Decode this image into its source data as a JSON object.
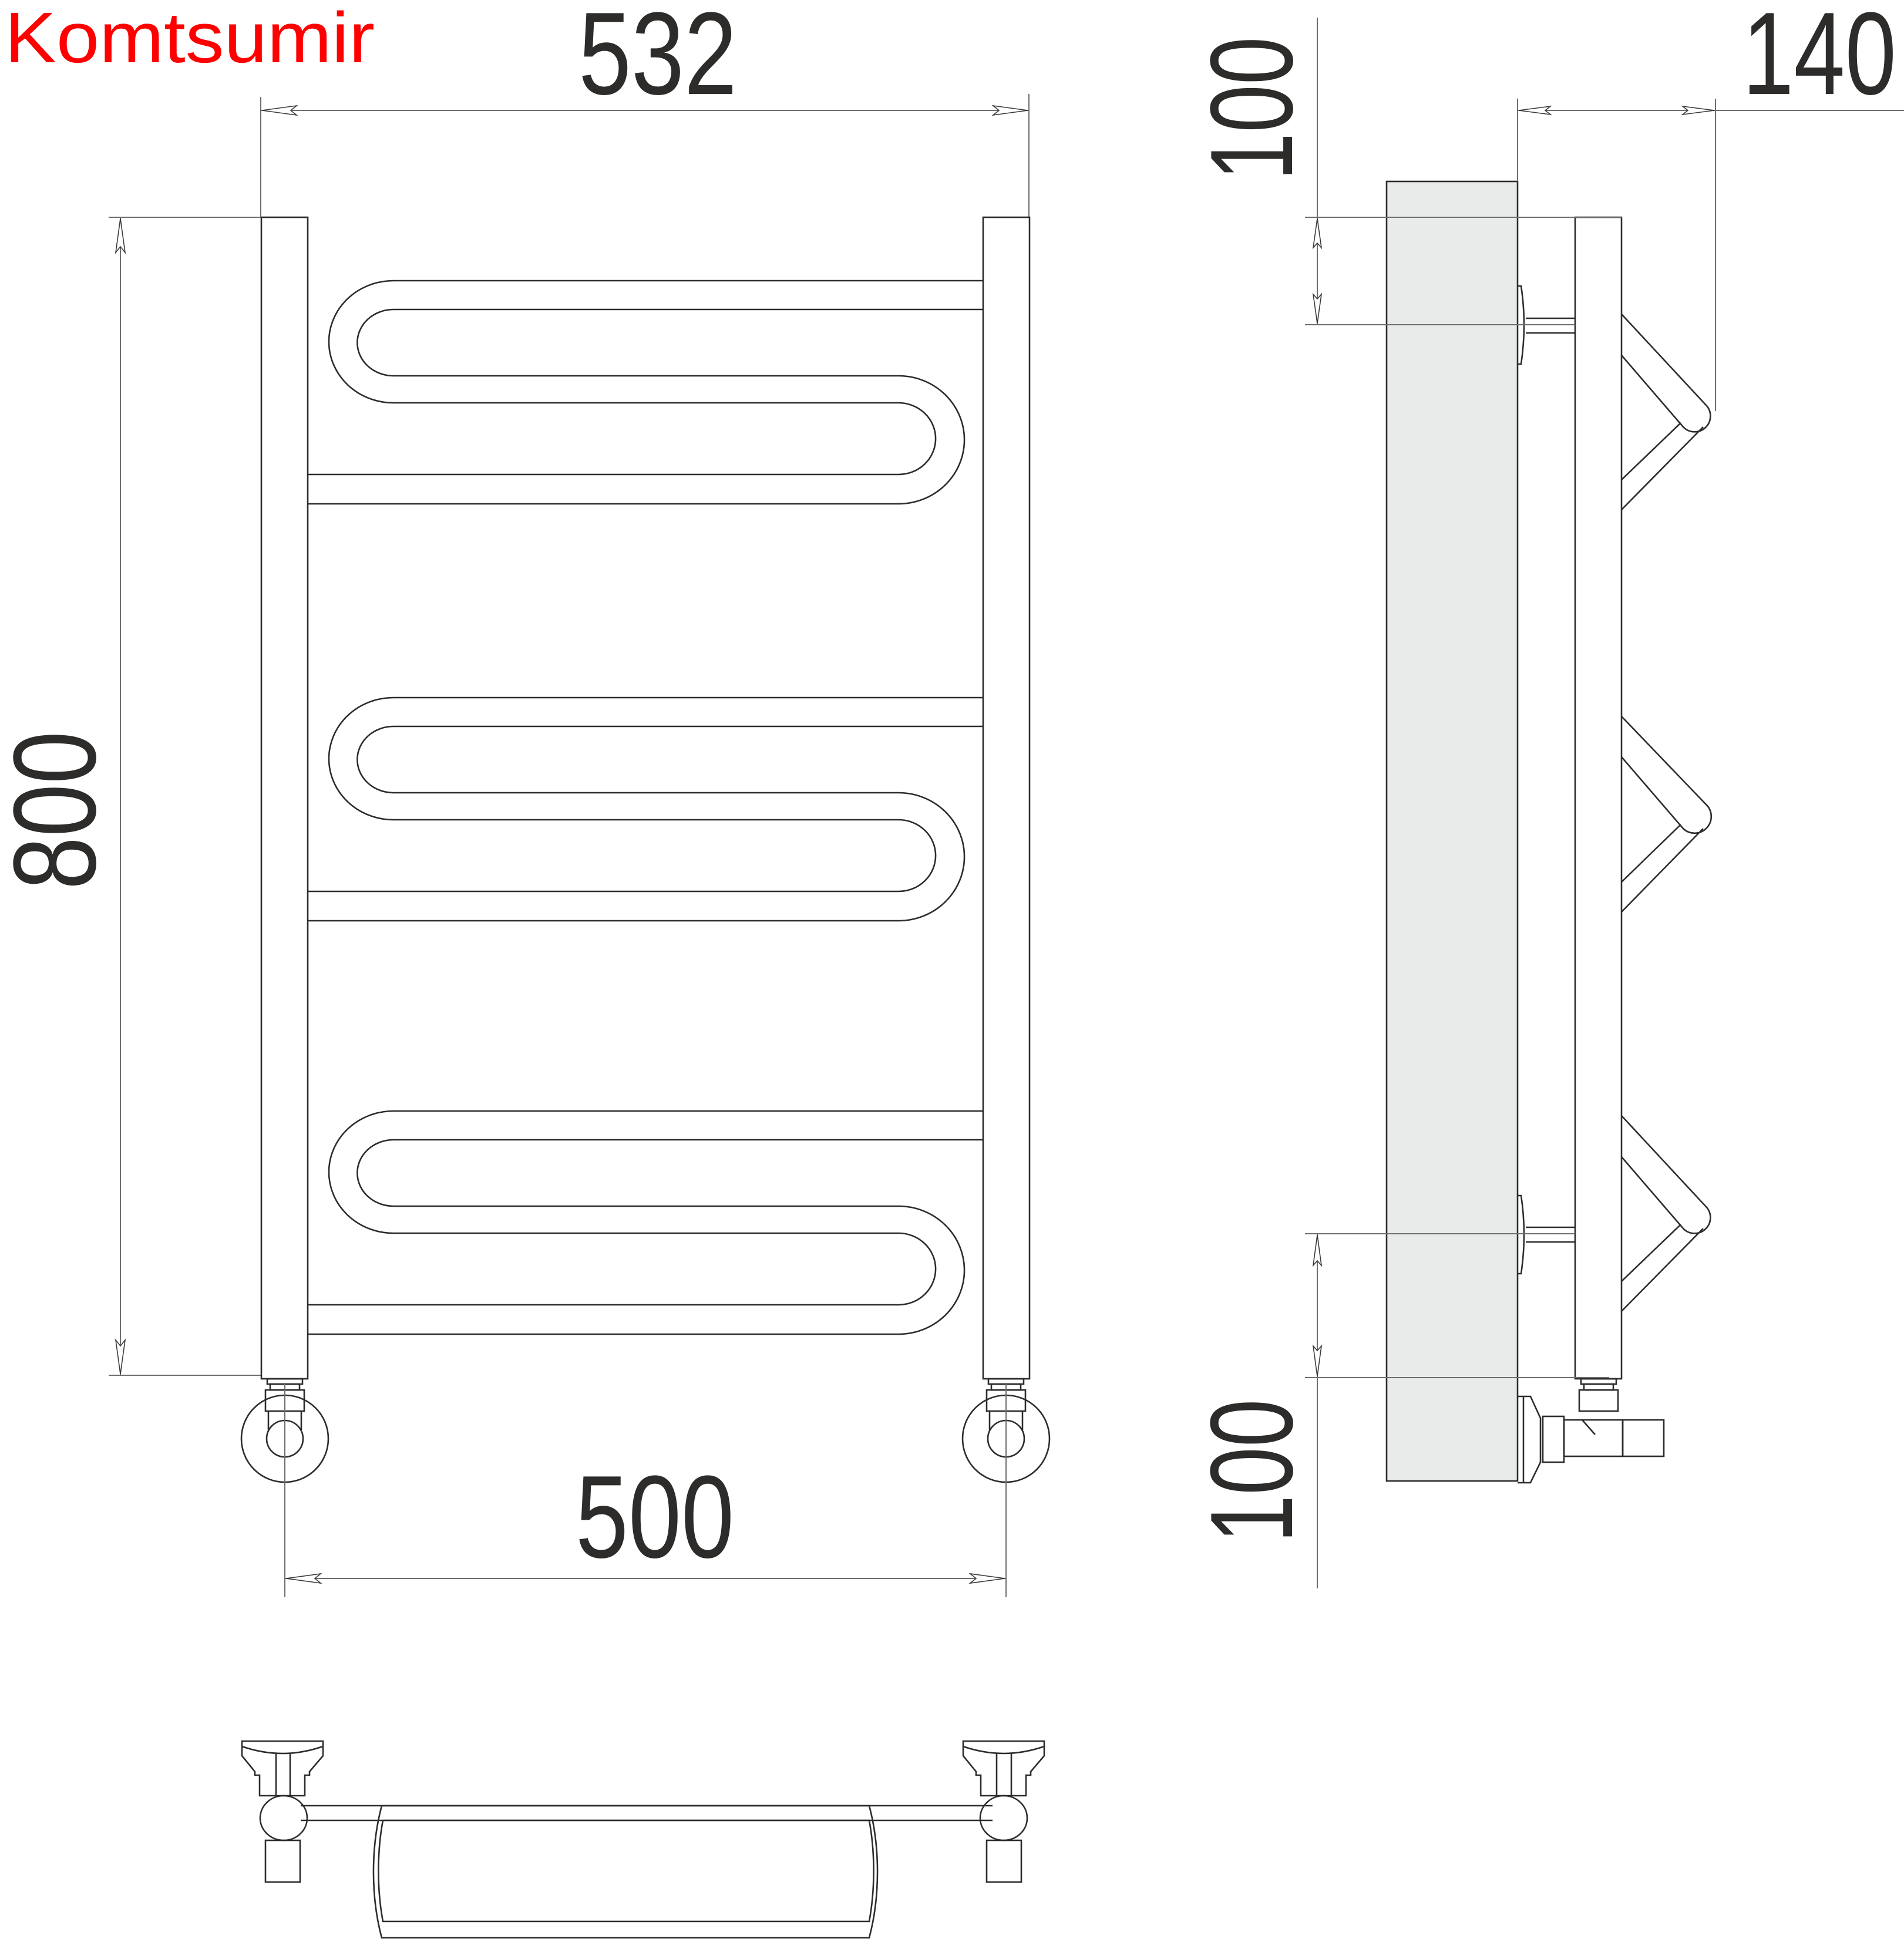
{
  "brand": {
    "name": "Komtsumir",
    "color": "#ff0000"
  },
  "drawing": {
    "subject": "Heated towel rail, S-shaped serpentine, 3 sections",
    "line_color": "#2d2c2a",
    "wall_fill": "#e9ebea",
    "views": {
      "front": {
        "label": "front-view",
        "sections": 3
      },
      "side": {
        "label": "side-view",
        "brackets": 3
      },
      "top": {
        "label": "top-view"
      }
    }
  },
  "dimensions": {
    "overall_width": "532",
    "overall_height": "800",
    "axis_distance": "500",
    "wall_offset": "140",
    "top_mount_offset": "100",
    "bottom_mount_offset": "100"
  }
}
